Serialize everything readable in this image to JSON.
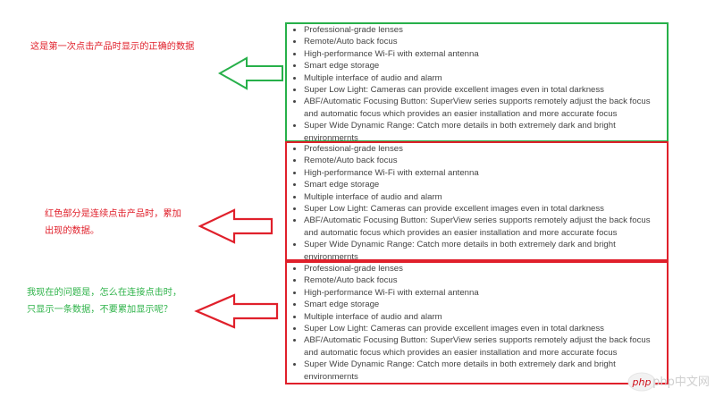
{
  "annotations": {
    "first": "这是第一次点击产品时显示的正确的数据",
    "repeat_line1": "红色部分是连续点击产品时，累加",
    "repeat_line2": "出现的数据。",
    "question_line1": "我现在的问题是，怎么在连接点击时，",
    "question_line2": "只显示一条数据，不要累加显示呢？"
  },
  "feature_list": [
    "Professional-grade lenses",
    "Remote/Auto back focus",
    "High-performance Wi-Fi with external antenna",
    "Smart edge storage",
    "Multiple interface of audio and alarm",
    "Super Low Light: Cameras can provide excellent images even in total darkness",
    "ABF/Automatic Focusing Button: SuperView series supports remotely adjust the back focus and automatic focus which provides an easier installation and more accurate focus",
    "Super Wide Dynamic Range: Catch more details in both extremely dark and bright environmernts"
  ],
  "colors": {
    "correct_border": "#27b04a",
    "duplicate_border": "#e0202b"
  },
  "watermark": {
    "site": "php中文网"
  }
}
